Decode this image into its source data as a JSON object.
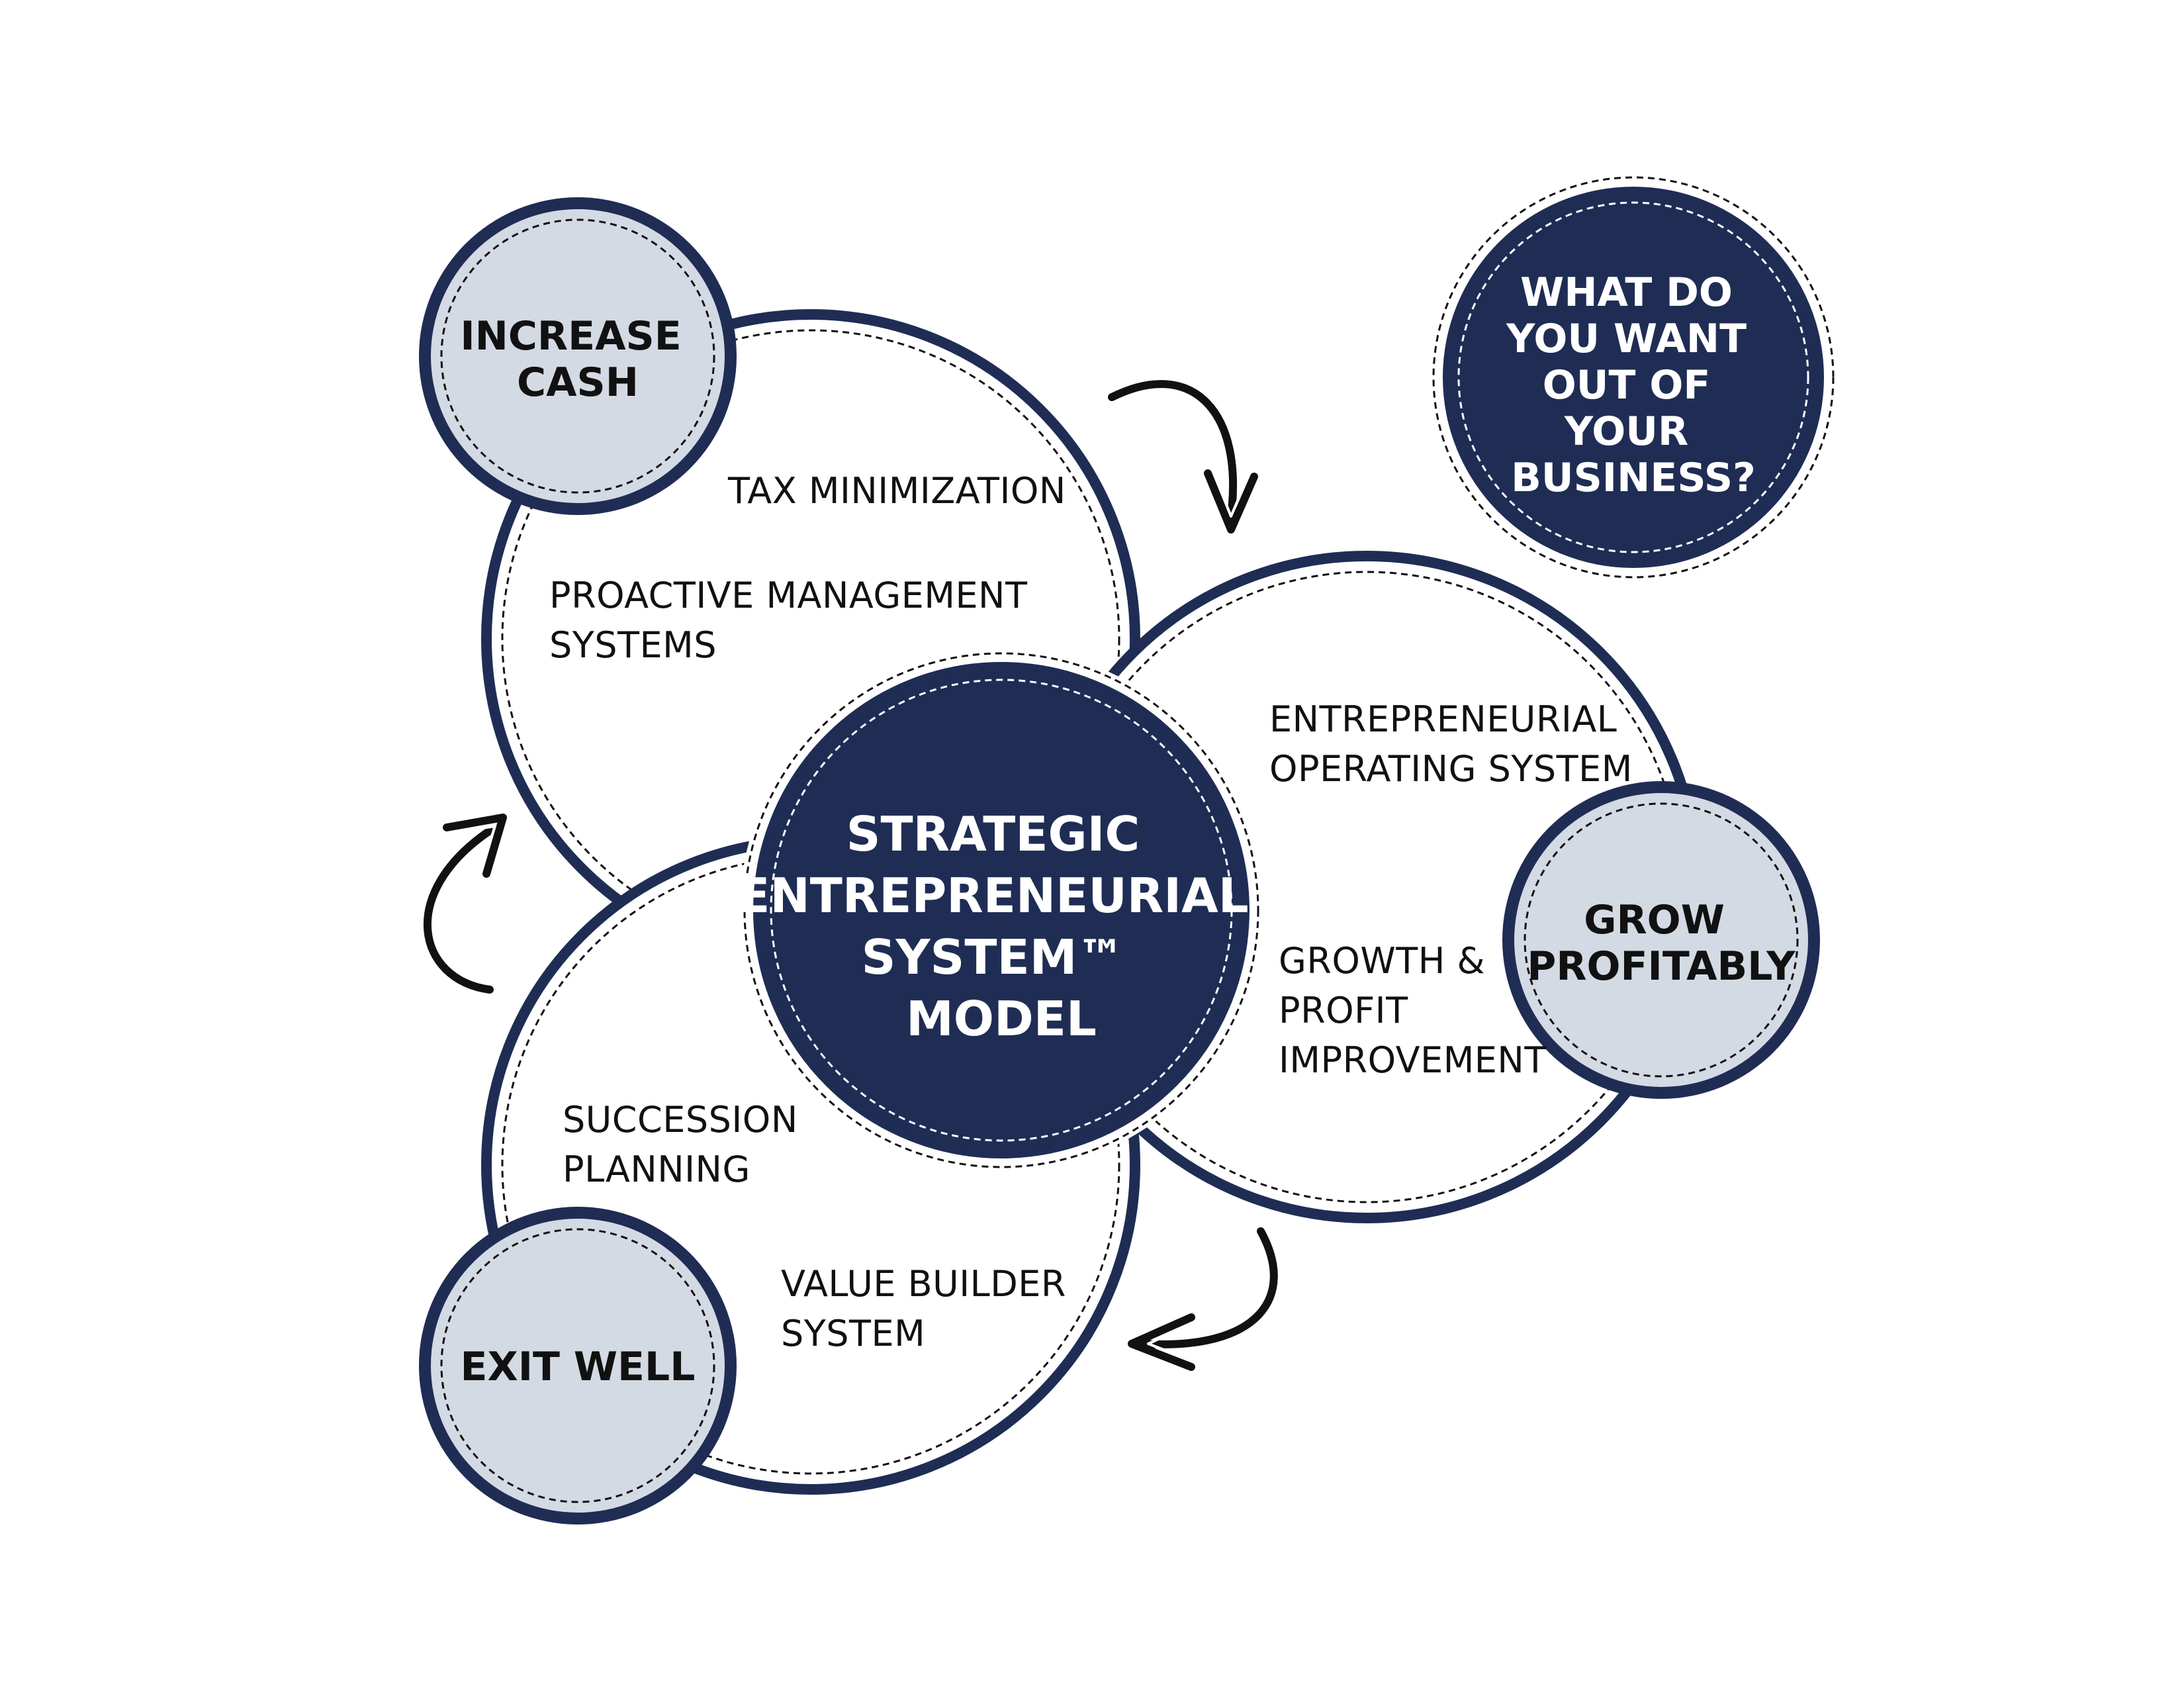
{
  "colors": {
    "navy": "#1f2d55",
    "light_fill": "#d4dae4",
    "white": "#ffffff",
    "text_dark": "#111111",
    "arrow": "#111111"
  },
  "hub": {
    "lines": [
      "STRATEGIC",
      "ENTREPRENEURIAL",
      "SYSTEM™",
      "MODEL"
    ]
  },
  "question": {
    "lines": [
      "WHAT DO",
      "YOU WANT",
      "OUT OF",
      "YOUR",
      "BUSINESS?"
    ]
  },
  "goals": {
    "increase_cash": {
      "lines": [
        "INCREASE",
        "CASH"
      ]
    },
    "grow_profitably": {
      "lines": [
        "GROW",
        "PROFITABLY"
      ]
    },
    "exit_well": {
      "lines": [
        "EXIT WELL"
      ]
    }
  },
  "topics": {
    "tax_minimization": {
      "lines": [
        "TAX MINIMIZATION"
      ]
    },
    "proactive_management": {
      "lines": [
        "PROACTIVE MANAGEMENT",
        "SYSTEMS"
      ]
    },
    "entrepreneurial_os": {
      "lines": [
        "ENTREPRENEURIAL",
        "OPERATING SYSTEM"
      ]
    },
    "growth_profit": {
      "lines": [
        "GROWTH &",
        "PROFIT",
        "IMPROVEMENT"
      ]
    },
    "succession": {
      "lines": [
        "SUCCESSION",
        "PLANNING"
      ]
    },
    "value_builder": {
      "lines": [
        "VALUE BUILDER",
        "SYSTEM"
      ]
    }
  },
  "icons": {
    "cycle_arrow_top": "curved-arrow-down-icon",
    "cycle_arrow_bottom": "curved-arrow-left-icon",
    "cycle_arrow_left": "curved-arrow-up-icon"
  }
}
